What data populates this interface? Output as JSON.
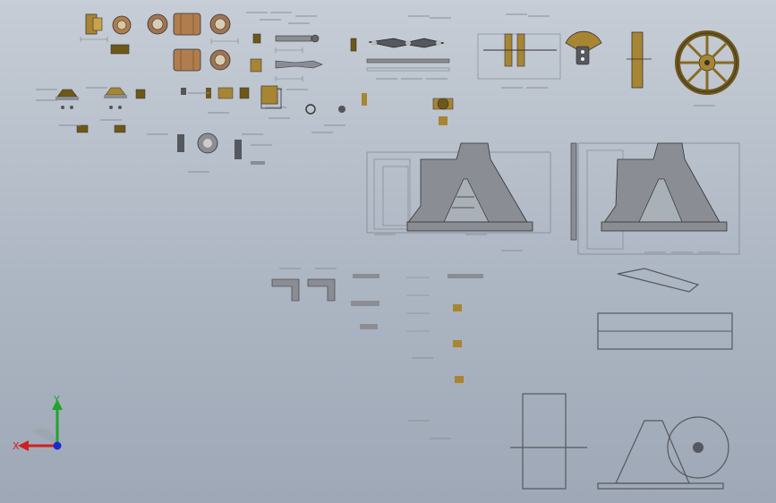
{
  "viewport": {
    "background_top": "#c6cdd6",
    "background_bottom": "#9ea8b6"
  },
  "colors": {
    "brass": "#a88532",
    "brass_dark": "#6f5718",
    "copper": "#b07d4e",
    "steel": "#8a8d94",
    "steel_dark": "#55585f",
    "drafting_line": "#7a8088"
  },
  "triad": {
    "x_label": "X",
    "y_label": "Y",
    "x_color": "#d02020",
    "y_color": "#1fa52a",
    "z_color": "#1a2ad0"
  },
  "drawing_groups": [
    "bearing-cylinder-parts",
    "connecting-rod-parts",
    "rocker-arm-part",
    "crank-flywheel-parts",
    "bearing-block-parts",
    "small-fasteners",
    "engine-frame-front-drawing",
    "engine-frame-side-drawing",
    "bracket-parts",
    "bolt-list",
    "engine-assembly-top-view",
    "engine-assembly-front-view",
    "engine-assembly-side-view"
  ]
}
